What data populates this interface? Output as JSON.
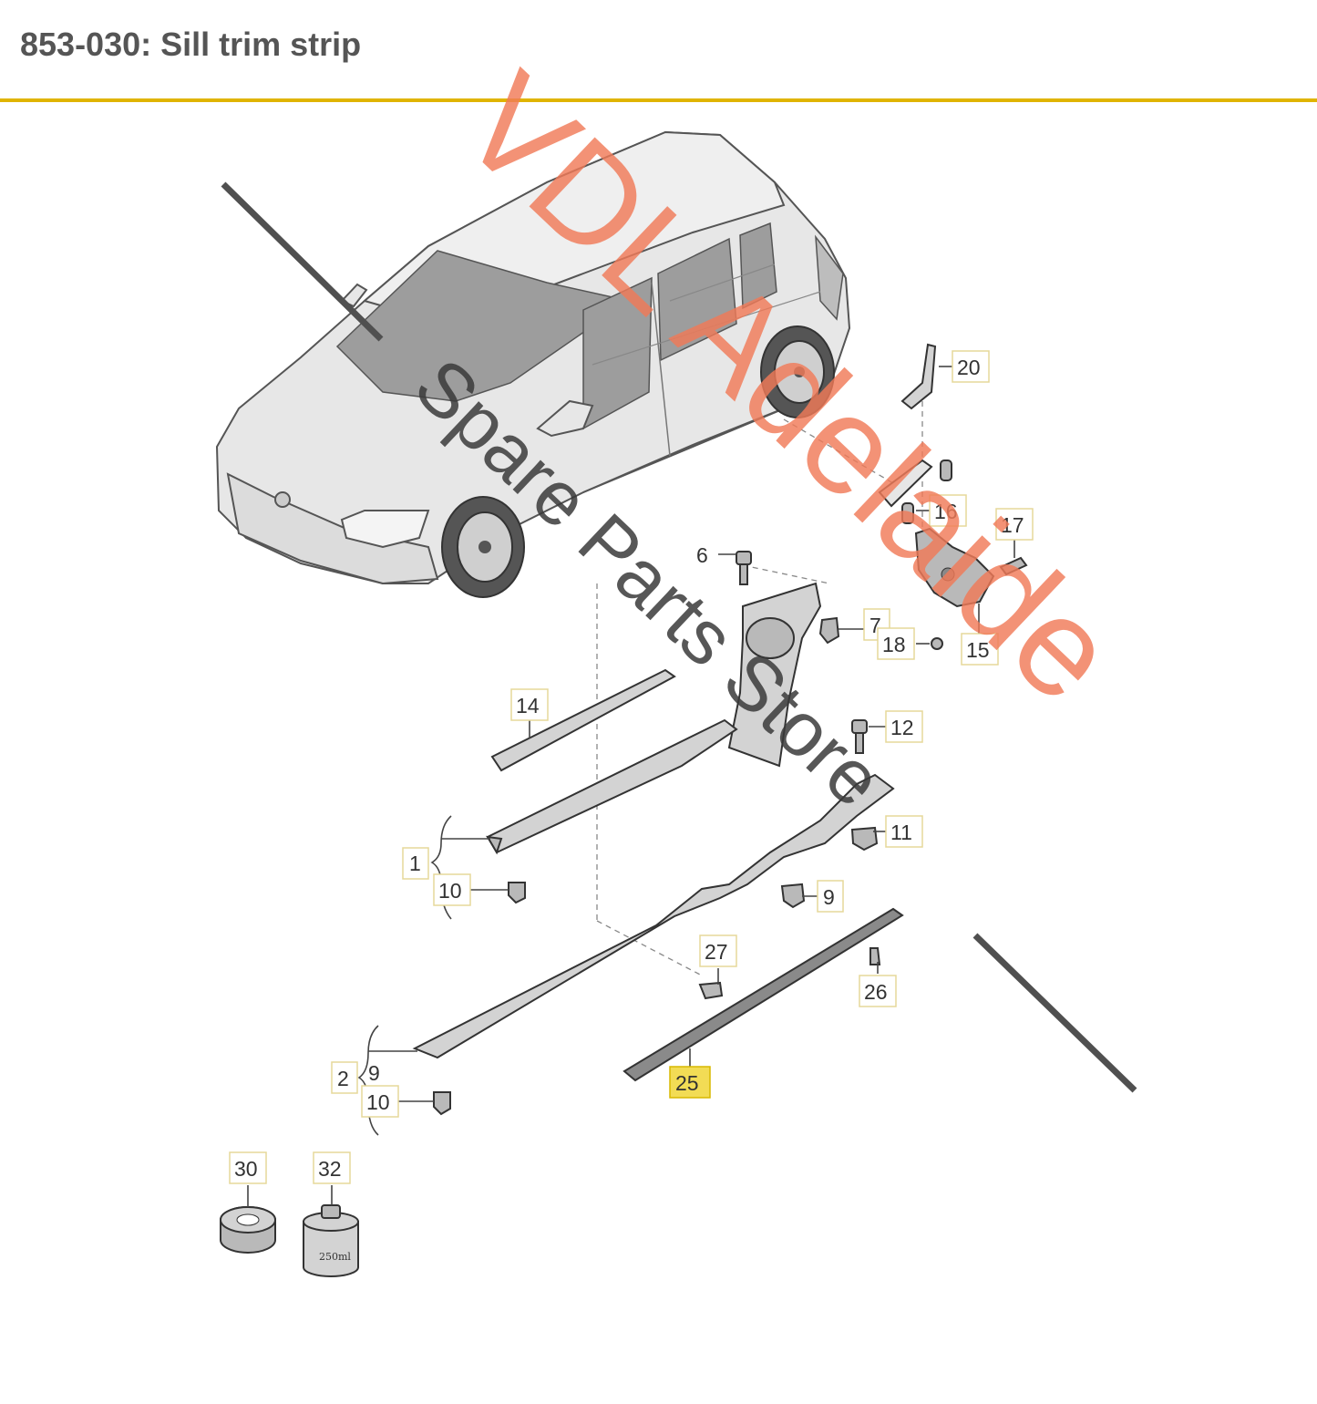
{
  "header": {
    "title": "853-030: Sill trim strip",
    "rule_color": "#e0b400"
  },
  "watermark": {
    "line1": "VDL Adelaide",
    "line2": "Spare Parts Store",
    "line1_color": "#f07a58",
    "line2_color": "#3a3a3a"
  },
  "callouts": {
    "c20": "20",
    "c16": "16",
    "c17": "17",
    "c6": "6",
    "c7": "7",
    "c18": "18",
    "c15": "15",
    "c14": "14",
    "c12": "12",
    "c11": "11",
    "c9a": "9",
    "c1": "1",
    "c10a": "10",
    "c27": "27",
    "c26": "26",
    "c25": "25",
    "c2": "2",
    "c9b": "9",
    "c10b": "10",
    "c30": "30",
    "c32": "32"
  },
  "highlighted_part": "25",
  "highlight_color": "#f2dc55",
  "can_label": "250ml"
}
